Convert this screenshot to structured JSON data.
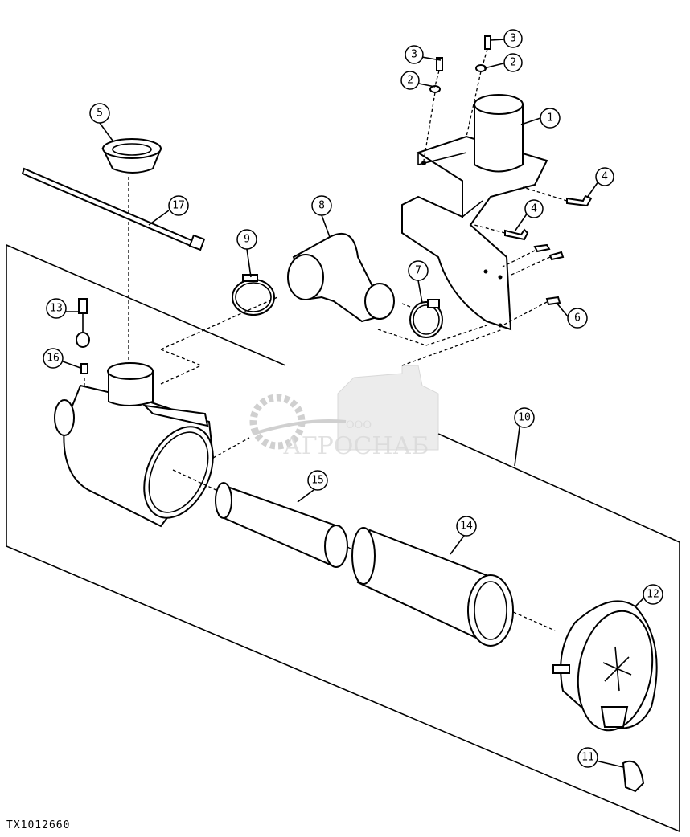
{
  "figure_id": "TX1012660",
  "watermark": {
    "company_prefix": "ООО",
    "company_name": "АГРОСНАБ"
  },
  "callouts": [
    {
      "id": "c3a",
      "label": "3"
    },
    {
      "id": "c3b",
      "label": "3"
    },
    {
      "id": "c2a",
      "label": "2"
    },
    {
      "id": "c2b",
      "label": "2"
    },
    {
      "id": "c5",
      "label": "5"
    },
    {
      "id": "c1",
      "label": "1"
    },
    {
      "id": "c4a",
      "label": "4"
    },
    {
      "id": "c17",
      "label": "17"
    },
    {
      "id": "c8",
      "label": "8"
    },
    {
      "id": "c4b",
      "label": "4"
    },
    {
      "id": "c9",
      "label": "9"
    },
    {
      "id": "c7",
      "label": "7"
    },
    {
      "id": "c13",
      "label": "13"
    },
    {
      "id": "c6",
      "label": "6"
    },
    {
      "id": "c16",
      "label": "16"
    },
    {
      "id": "c10",
      "label": "10"
    },
    {
      "id": "c15",
      "label": "15"
    },
    {
      "id": "c14",
      "label": "14"
    },
    {
      "id": "c12",
      "label": "12"
    },
    {
      "id": "c11",
      "label": "11"
    }
  ]
}
